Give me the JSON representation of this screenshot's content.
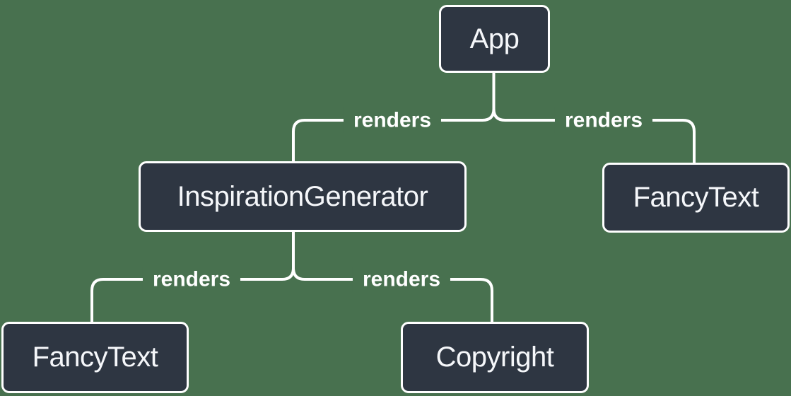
{
  "colors": {
    "bg": "#48714F",
    "node-fill": "#2E3642",
    "line": "#FFFFFF",
    "node-text": "#F5F7FA"
  },
  "nodes": [
    {
      "id": "app",
      "label": "App"
    },
    {
      "id": "inspiration-generator",
      "label": "InspirationGenerator"
    },
    {
      "id": "fancy-text-top",
      "label": "FancyText"
    },
    {
      "id": "fancy-text-bottom",
      "label": "FancyText"
    },
    {
      "id": "copyright",
      "label": "Copyright"
    }
  ],
  "edges": [
    {
      "from": "App",
      "to": "InspirationGenerator",
      "label": "renders"
    },
    {
      "from": "App",
      "to": "FancyText",
      "label": "renders"
    },
    {
      "from": "InspirationGenerator",
      "to": "FancyText",
      "label": "renders"
    },
    {
      "from": "InspirationGenerator",
      "to": "Copyright",
      "label": "renders"
    }
  ]
}
